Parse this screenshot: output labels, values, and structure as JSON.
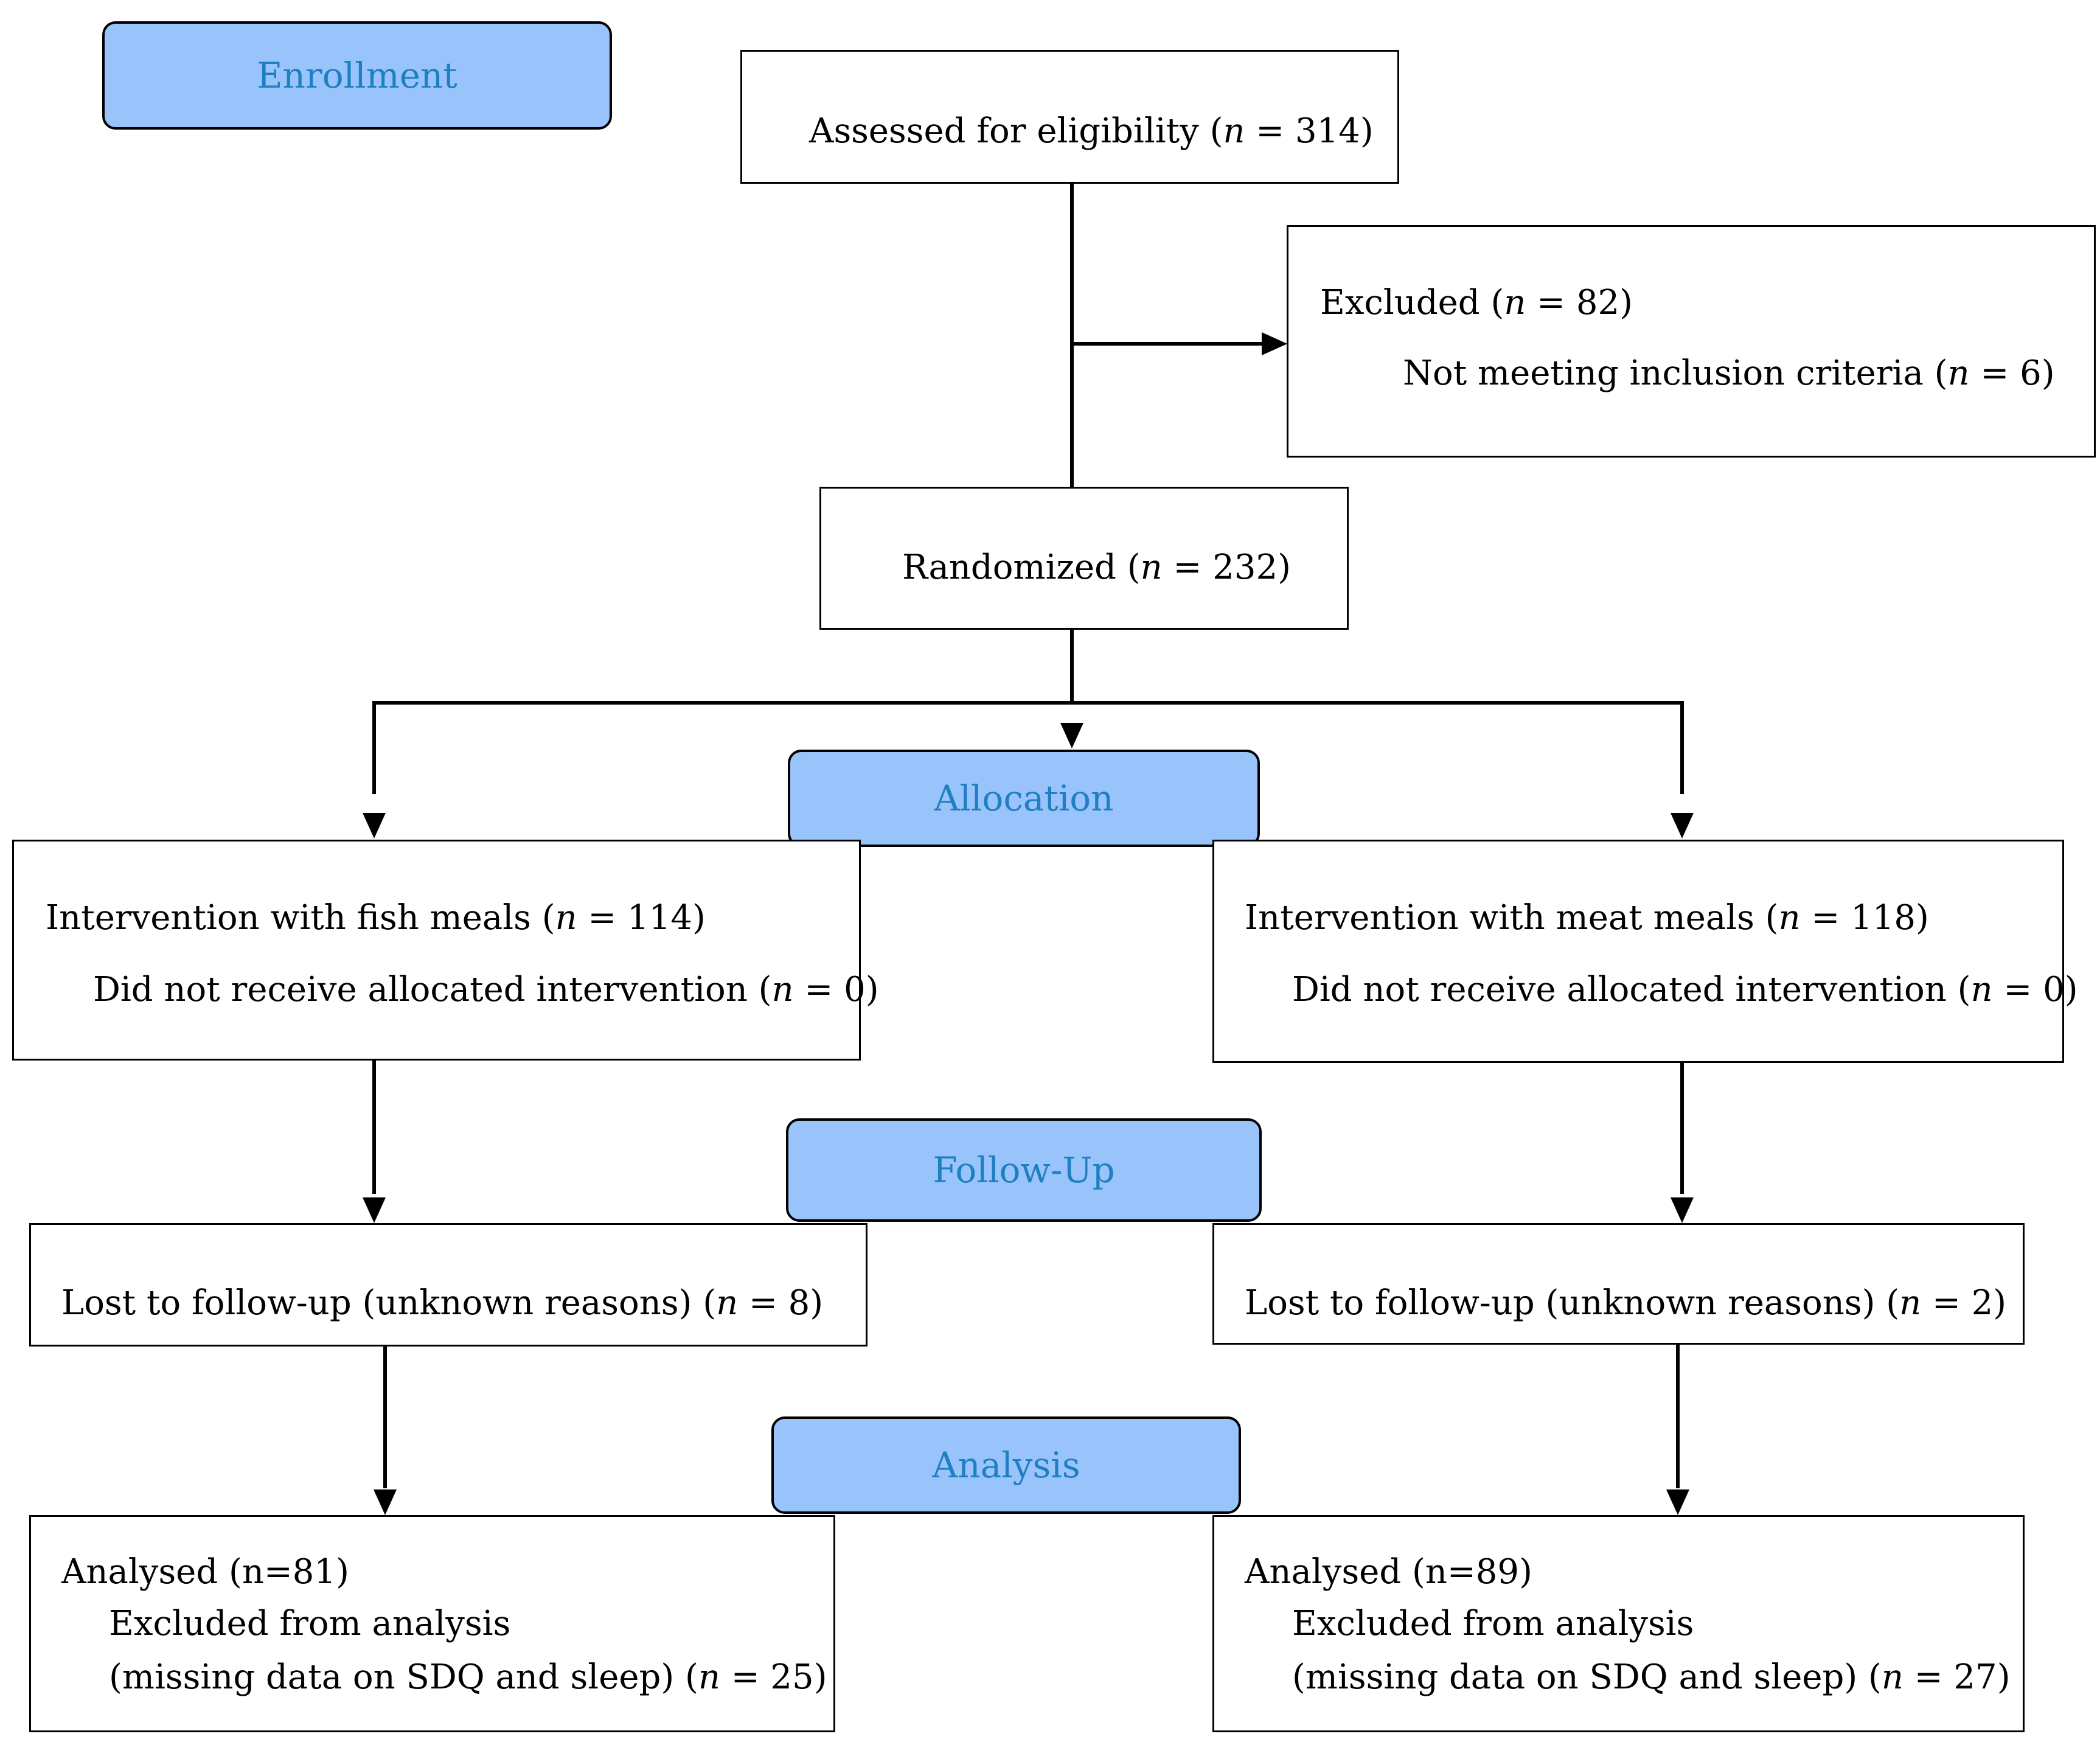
{
  "stages": {
    "enrollment": "Enrollment",
    "allocation": "Allocation",
    "follow_up": "Follow-Up",
    "analysis": "Analysis"
  },
  "assessed": {
    "label": "Assessed for eligibility (",
    "n_var": "n",
    "n_text": " = 314)"
  },
  "excluded": {
    "title": {
      "label": "Excluded (",
      "n_var": "n",
      "n_text": " = 82)"
    },
    "reason": {
      "label": "Not meeting inclusion criteria (",
      "n_var": "n",
      "n_text": " = 6)"
    }
  },
  "randomized": {
    "label": "Randomized (",
    "n_var": "n",
    "n_text": " = 232)"
  },
  "fish": {
    "intervention": {
      "label": "Intervention with fish meals (",
      "n_var": "n",
      "n_text": " = 114)"
    },
    "not_received": {
      "label": "Did not receive allocated intervention (",
      "n_var": "n",
      "n_text": " = 0)"
    },
    "lost": {
      "label": "Lost to follow-up (unknown reasons) (",
      "n_var": "n",
      "n_text": " = 8)"
    },
    "analysed": "Analysed (n=81)",
    "excluded_title": "Excluded from analysis",
    "excluded_reason": {
      "label": "(missing data on SDQ and sleep) (",
      "n_var": "n",
      "n_text": " = 25)"
    }
  },
  "meat": {
    "intervention": {
      "label": "Intervention with meat meals (",
      "n_var": "n",
      "n_text": " = 118)"
    },
    "not_received": {
      "label": "Did not receive allocated intervention (",
      "n_var": "n",
      "n_text": " = 0)"
    },
    "lost": {
      "label": "Lost to follow-up (unknown reasons) (",
      "n_var": "n",
      "n_text": " = 2)"
    },
    "analysed": "Analysed (n=89)",
    "excluded_title": "Excluded from analysis",
    "excluded_reason": {
      "label": "(missing data on SDQ and sleep) (",
      "n_var": "n",
      "n_text": " = 27)"
    }
  },
  "colors": {
    "stage_fill": "#99c4fb",
    "stage_text": "#1f7fc0",
    "box_border": "#000000"
  }
}
